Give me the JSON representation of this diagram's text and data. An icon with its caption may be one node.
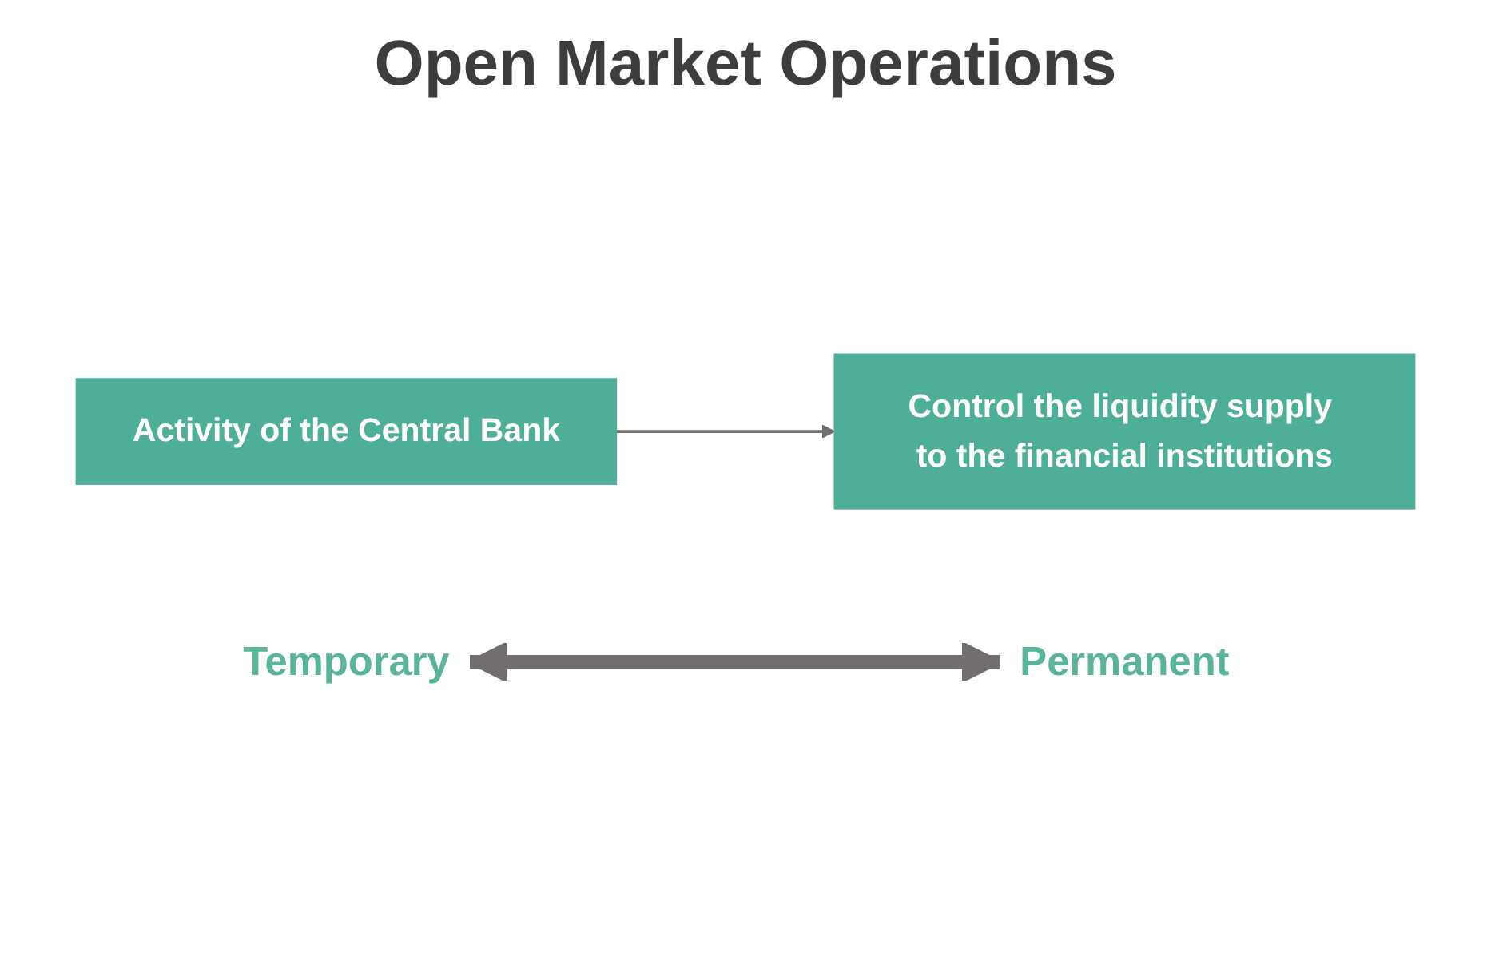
{
  "diagram": {
    "title": "Open Market Operations",
    "nodes": [
      {
        "text": [
          "Activity of the Central Bank"
        ]
      },
      {
        "text": [
          "Control the liquidity supply to the financial institutions"
        ]
      },
      {
        "text": [
          "Temporary"
        ]
      },
      {
        "text": [
          "Permanent"
        ]
      }
    ],
    "edges": [
      {
        "from": 0,
        "to": 1,
        "arrow": "to"
      },
      {
        "from": 2,
        "to": 3,
        "arrow": "both",
        "style": "thick"
      }
    ]
  }
}
